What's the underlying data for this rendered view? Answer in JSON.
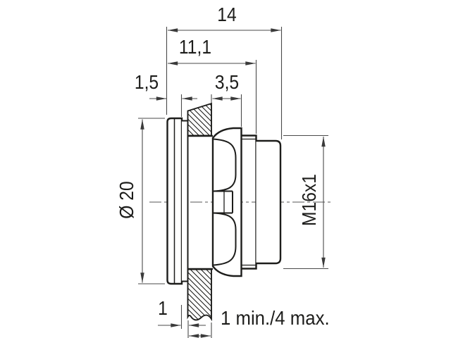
{
  "drawing": {
    "type": "technical-dimension-drawing",
    "subject": "panel-mount circular connector, side section view",
    "ink_color": "#1d1d1b",
    "dim_line_color": "#4a4a4a",
    "labels": {
      "total_length": "14",
      "length_behind_flange": "11,1",
      "flange_thickness": "1,5",
      "nut_length": "3,5",
      "flange_diameter": "Ø 20",
      "thread_size": "M16x1",
      "gasket_thickness": "1",
      "panel_thickness": "1 min./4 max."
    }
  }
}
